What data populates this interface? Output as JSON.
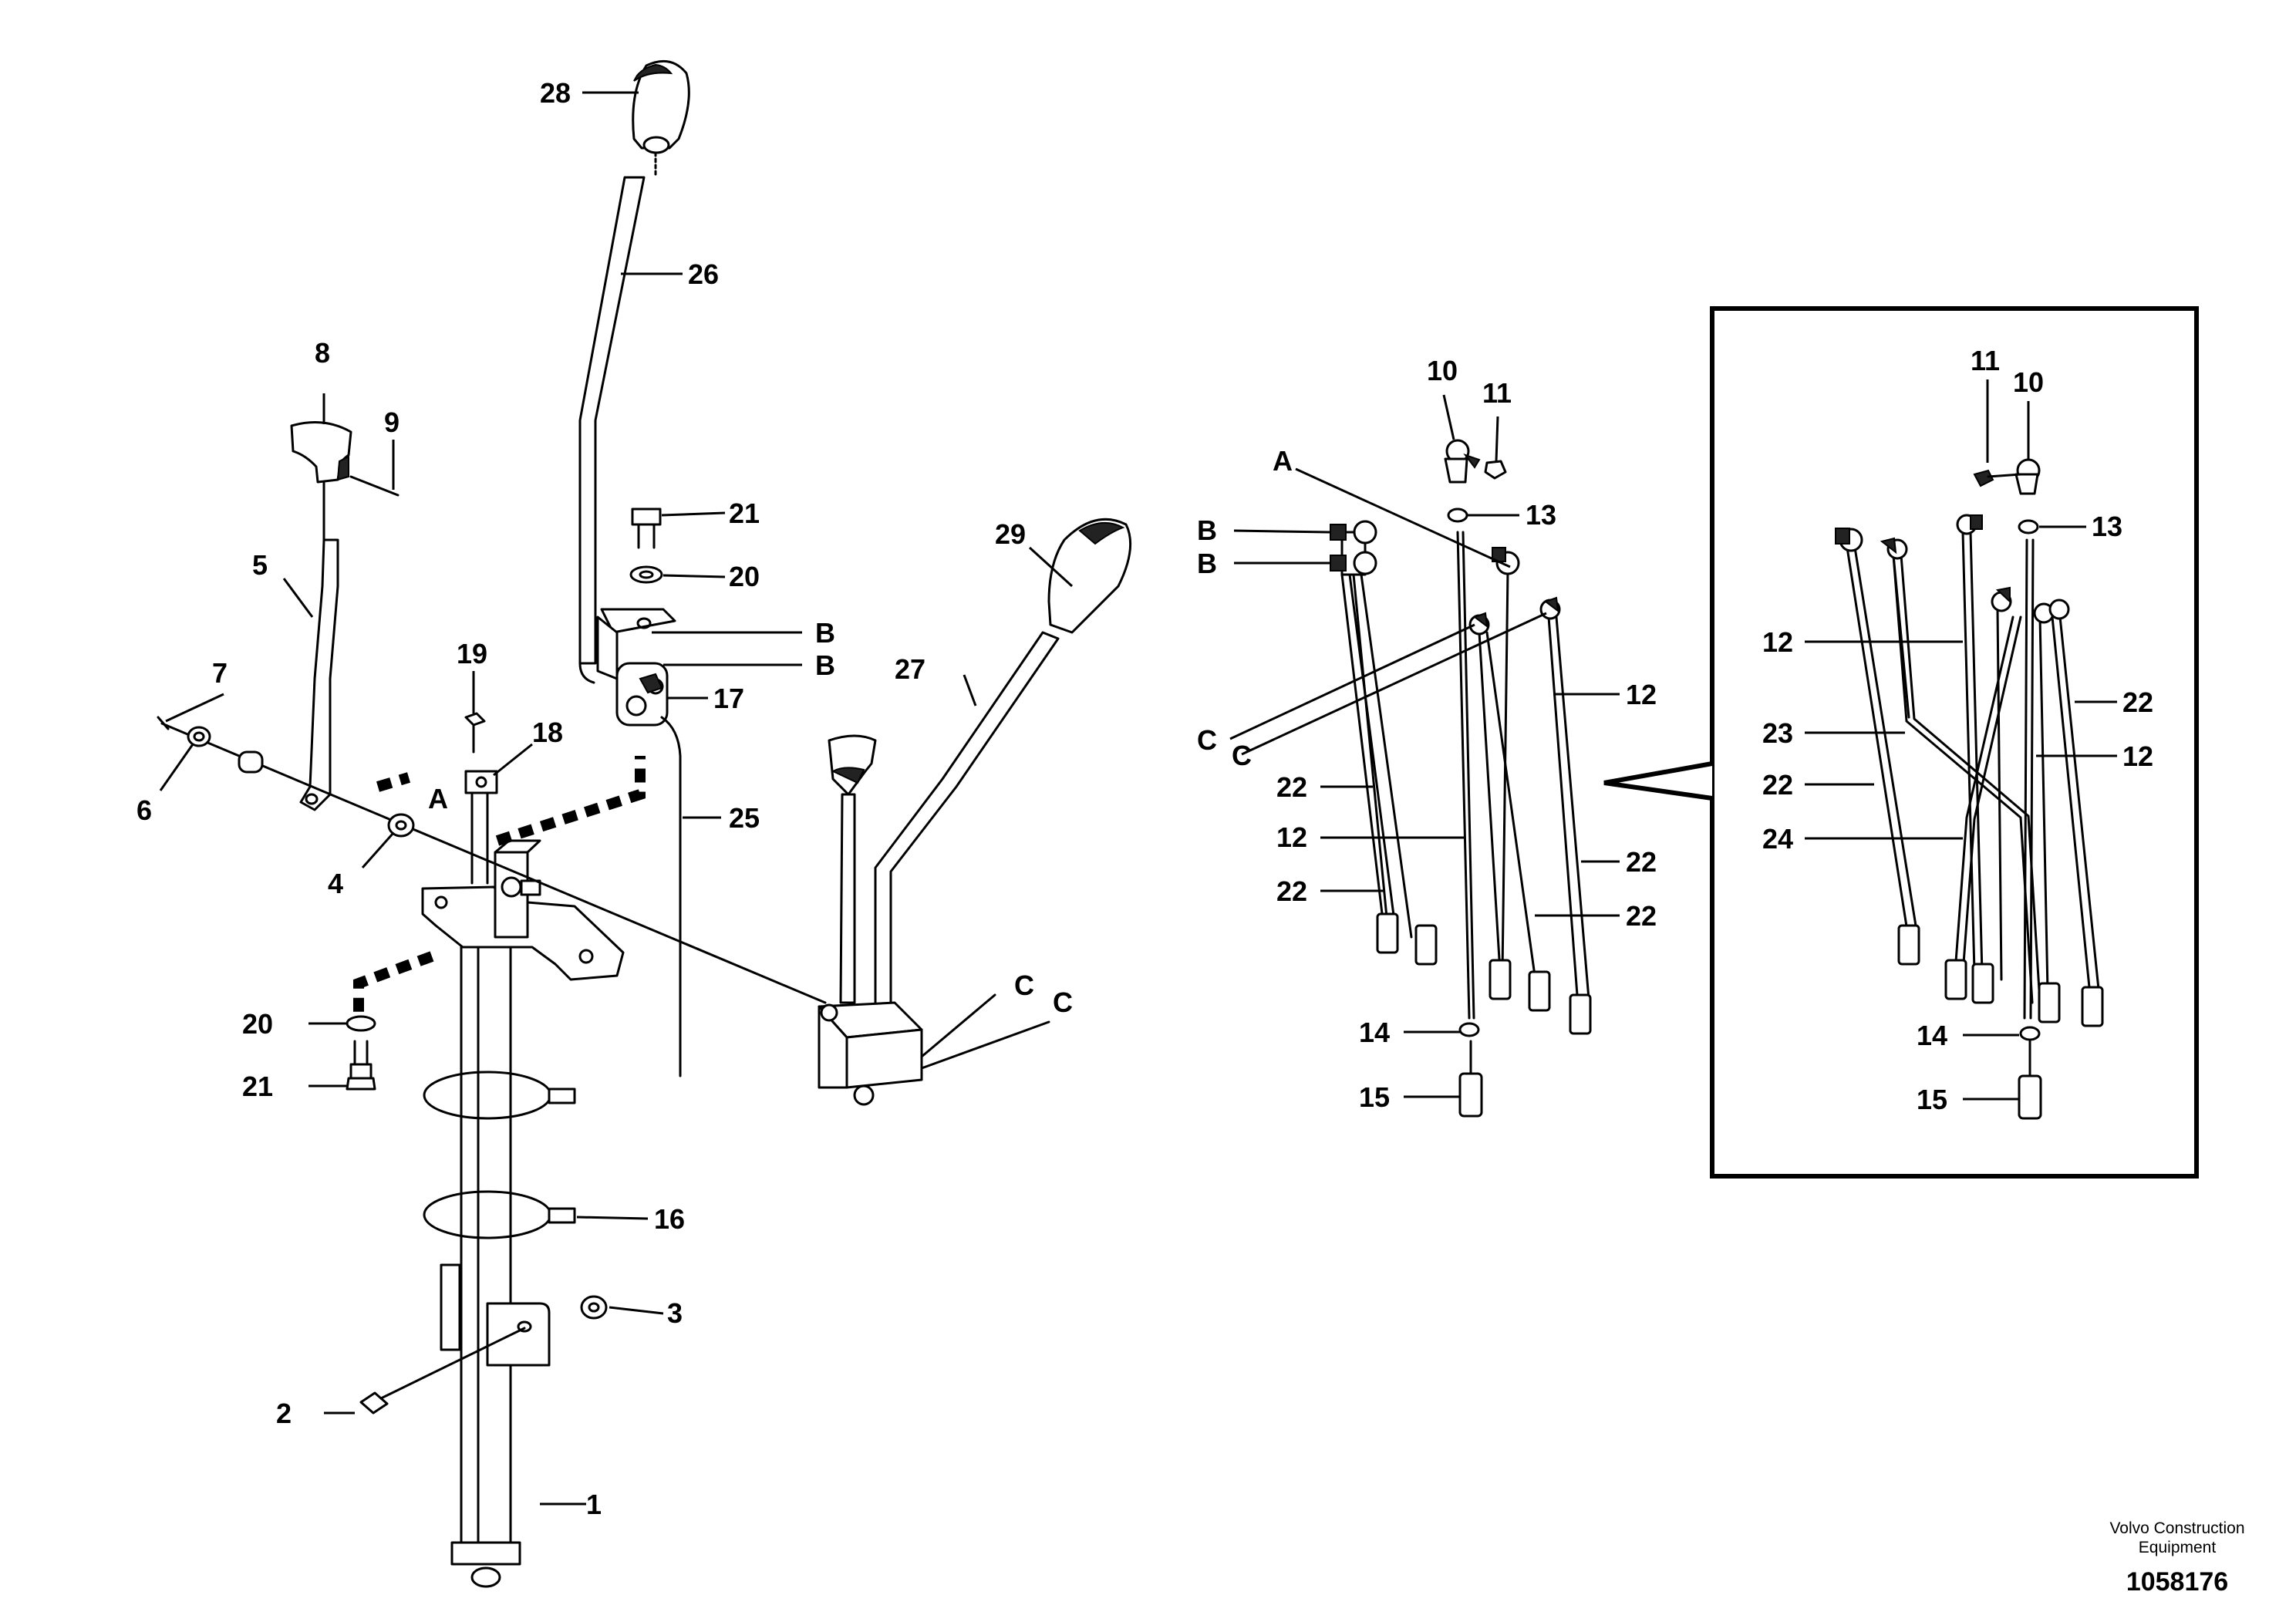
{
  "callouts": {
    "c1": "1",
    "c2": "2",
    "c3": "3",
    "c4": "4",
    "c5": "5",
    "c6": "6",
    "c7": "7",
    "c8": "8",
    "c9": "9",
    "c16": "16",
    "c17": "17",
    "c18": "18",
    "c19": "19",
    "c20a": "20",
    "c20b": "20",
    "c21a": "21",
    "c21b": "21",
    "c25": "25",
    "c26": "26",
    "c27": "27",
    "c28": "28",
    "c29": "29",
    "cA": "A",
    "cB1": "B",
    "cB2": "B",
    "cC1": "C",
    "cC2": "C",
    "m10": "10",
    "m11": "11",
    "m13": "13",
    "m14": "14",
    "m15": "15",
    "mA": "A",
    "mB1": "B",
    "mB2": "B",
    "mC1": "C",
    "mC2": "C",
    "m12a": "12",
    "m12b": "12",
    "m22a": "22",
    "m22b": "22",
    "m22c": "22",
    "m22d": "22",
    "d10": "10",
    "d11": "11",
    "d12a": "12",
    "d12b": "12",
    "d13": "13",
    "d14": "14",
    "d15": "15",
    "d22a": "22",
    "d22b": "22",
    "d23": "23",
    "d24": "24"
  },
  "footer": {
    "brand_line1": "Volvo Construction",
    "brand_line2": "Equipment",
    "document_number": "1058176"
  }
}
